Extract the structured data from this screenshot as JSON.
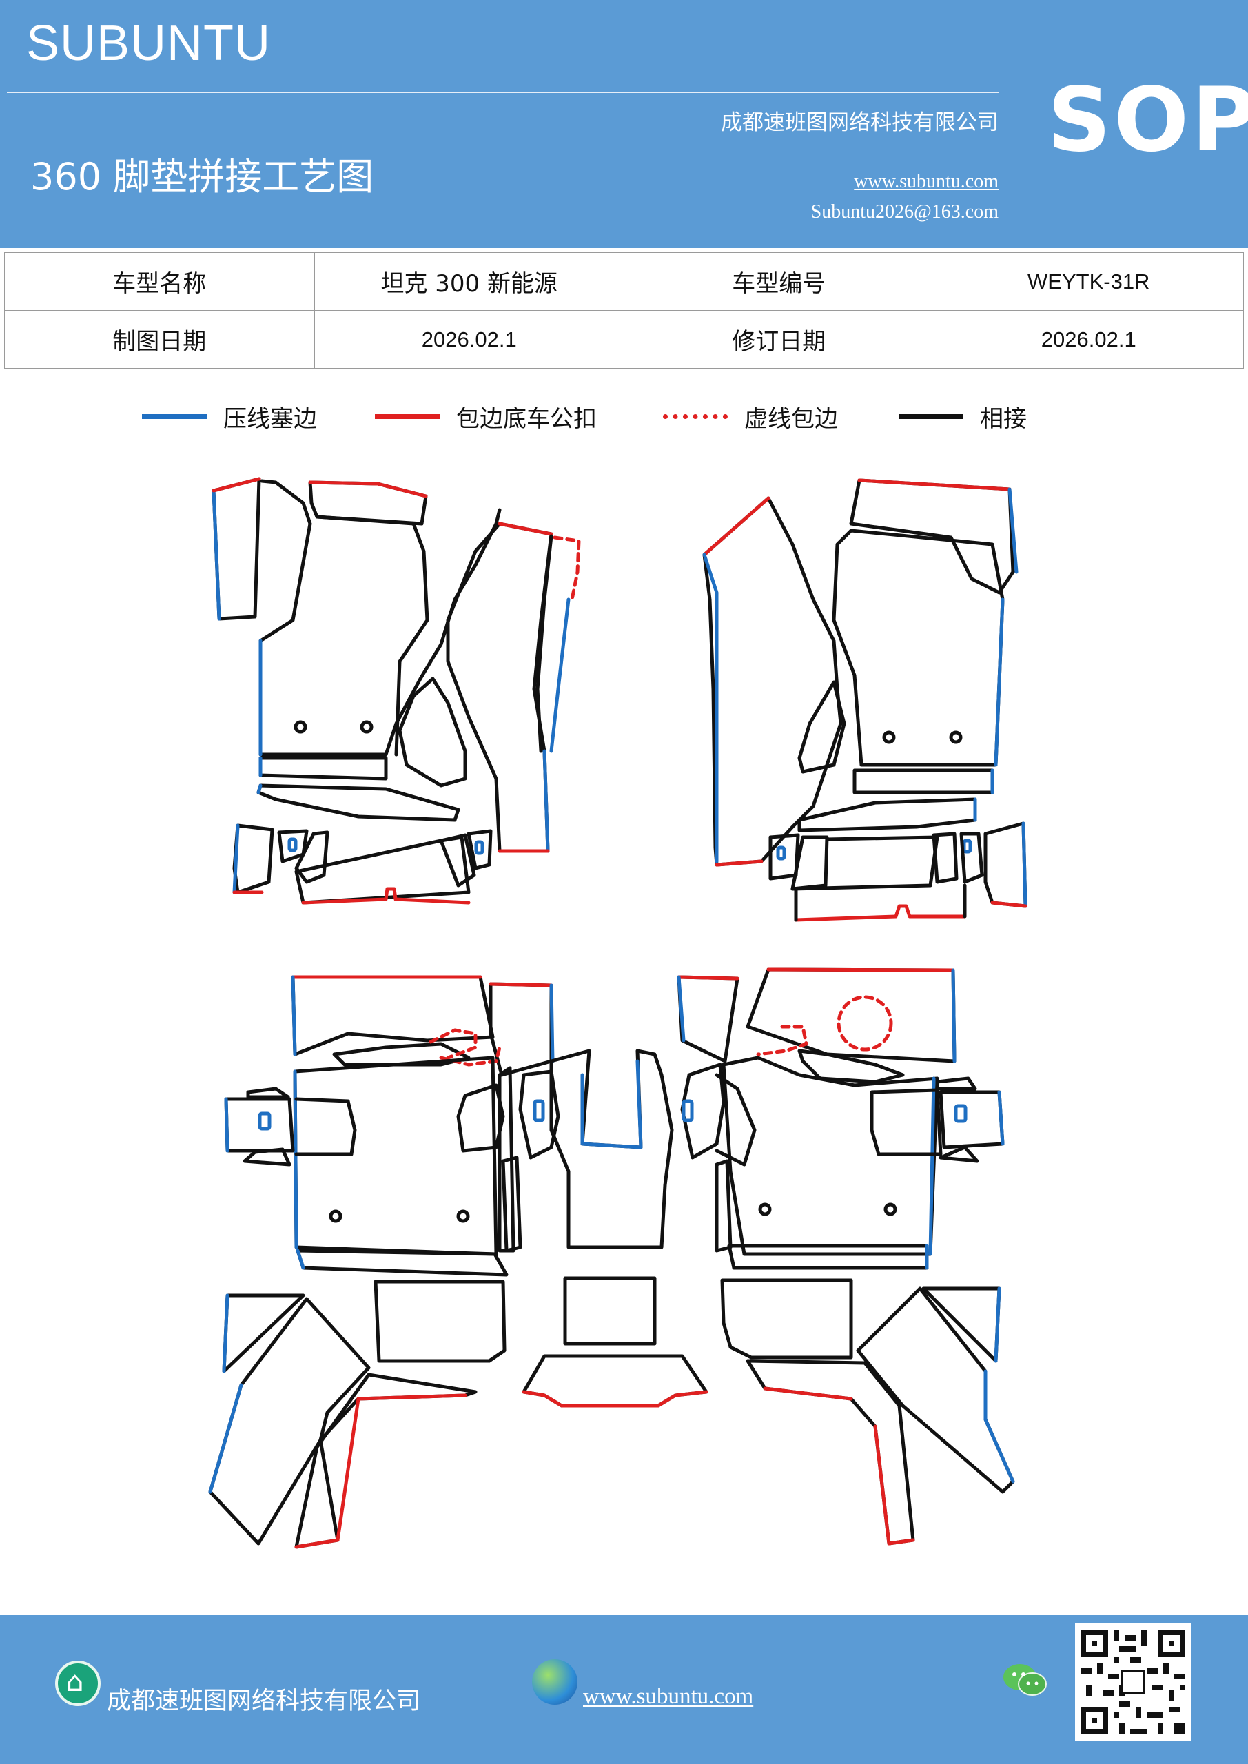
{
  "header": {
    "brand": "SUBUNTU",
    "title": "360 脚垫拼接工艺图",
    "company": "成都速班图网络科技有限公司",
    "website": "www.subuntu.com",
    "email": "Subuntu2026@163.com",
    "sop": "SOP"
  },
  "info_table": {
    "model_name_label": "车型名称",
    "model_name_value": "坦克 300 新能源",
    "model_code_label": "车型编号",
    "model_code_value": "WEYTK-31R",
    "draw_date_label": "制图日期",
    "draw_date_value": "2026.02.1",
    "revise_date_label": "修订日期",
    "revise_date_value": "2026.02.1"
  },
  "legend": [
    {
      "label": "压线塞边",
      "color": "#1f6fc2",
      "style": "solid"
    },
    {
      "label": "包边底车公扣",
      "color": "#e02020",
      "style": "solid"
    },
    {
      "label": "虚线包边",
      "color": "#e02020",
      "style": "dashed"
    },
    {
      "label": "相接",
      "color": "#111111",
      "style": "solid"
    }
  ],
  "colors": {
    "header_bg": "#5b9bd5",
    "blue_line": "#1f6fc2",
    "red_line": "#e02020",
    "black_line": "#111111"
  },
  "footer": {
    "company": "成都速班图网络科技有限公司",
    "website": "www.subuntu.com",
    "icons": [
      "company-icon",
      "globe-icon",
      "wechat-icon",
      "qr-code"
    ]
  }
}
